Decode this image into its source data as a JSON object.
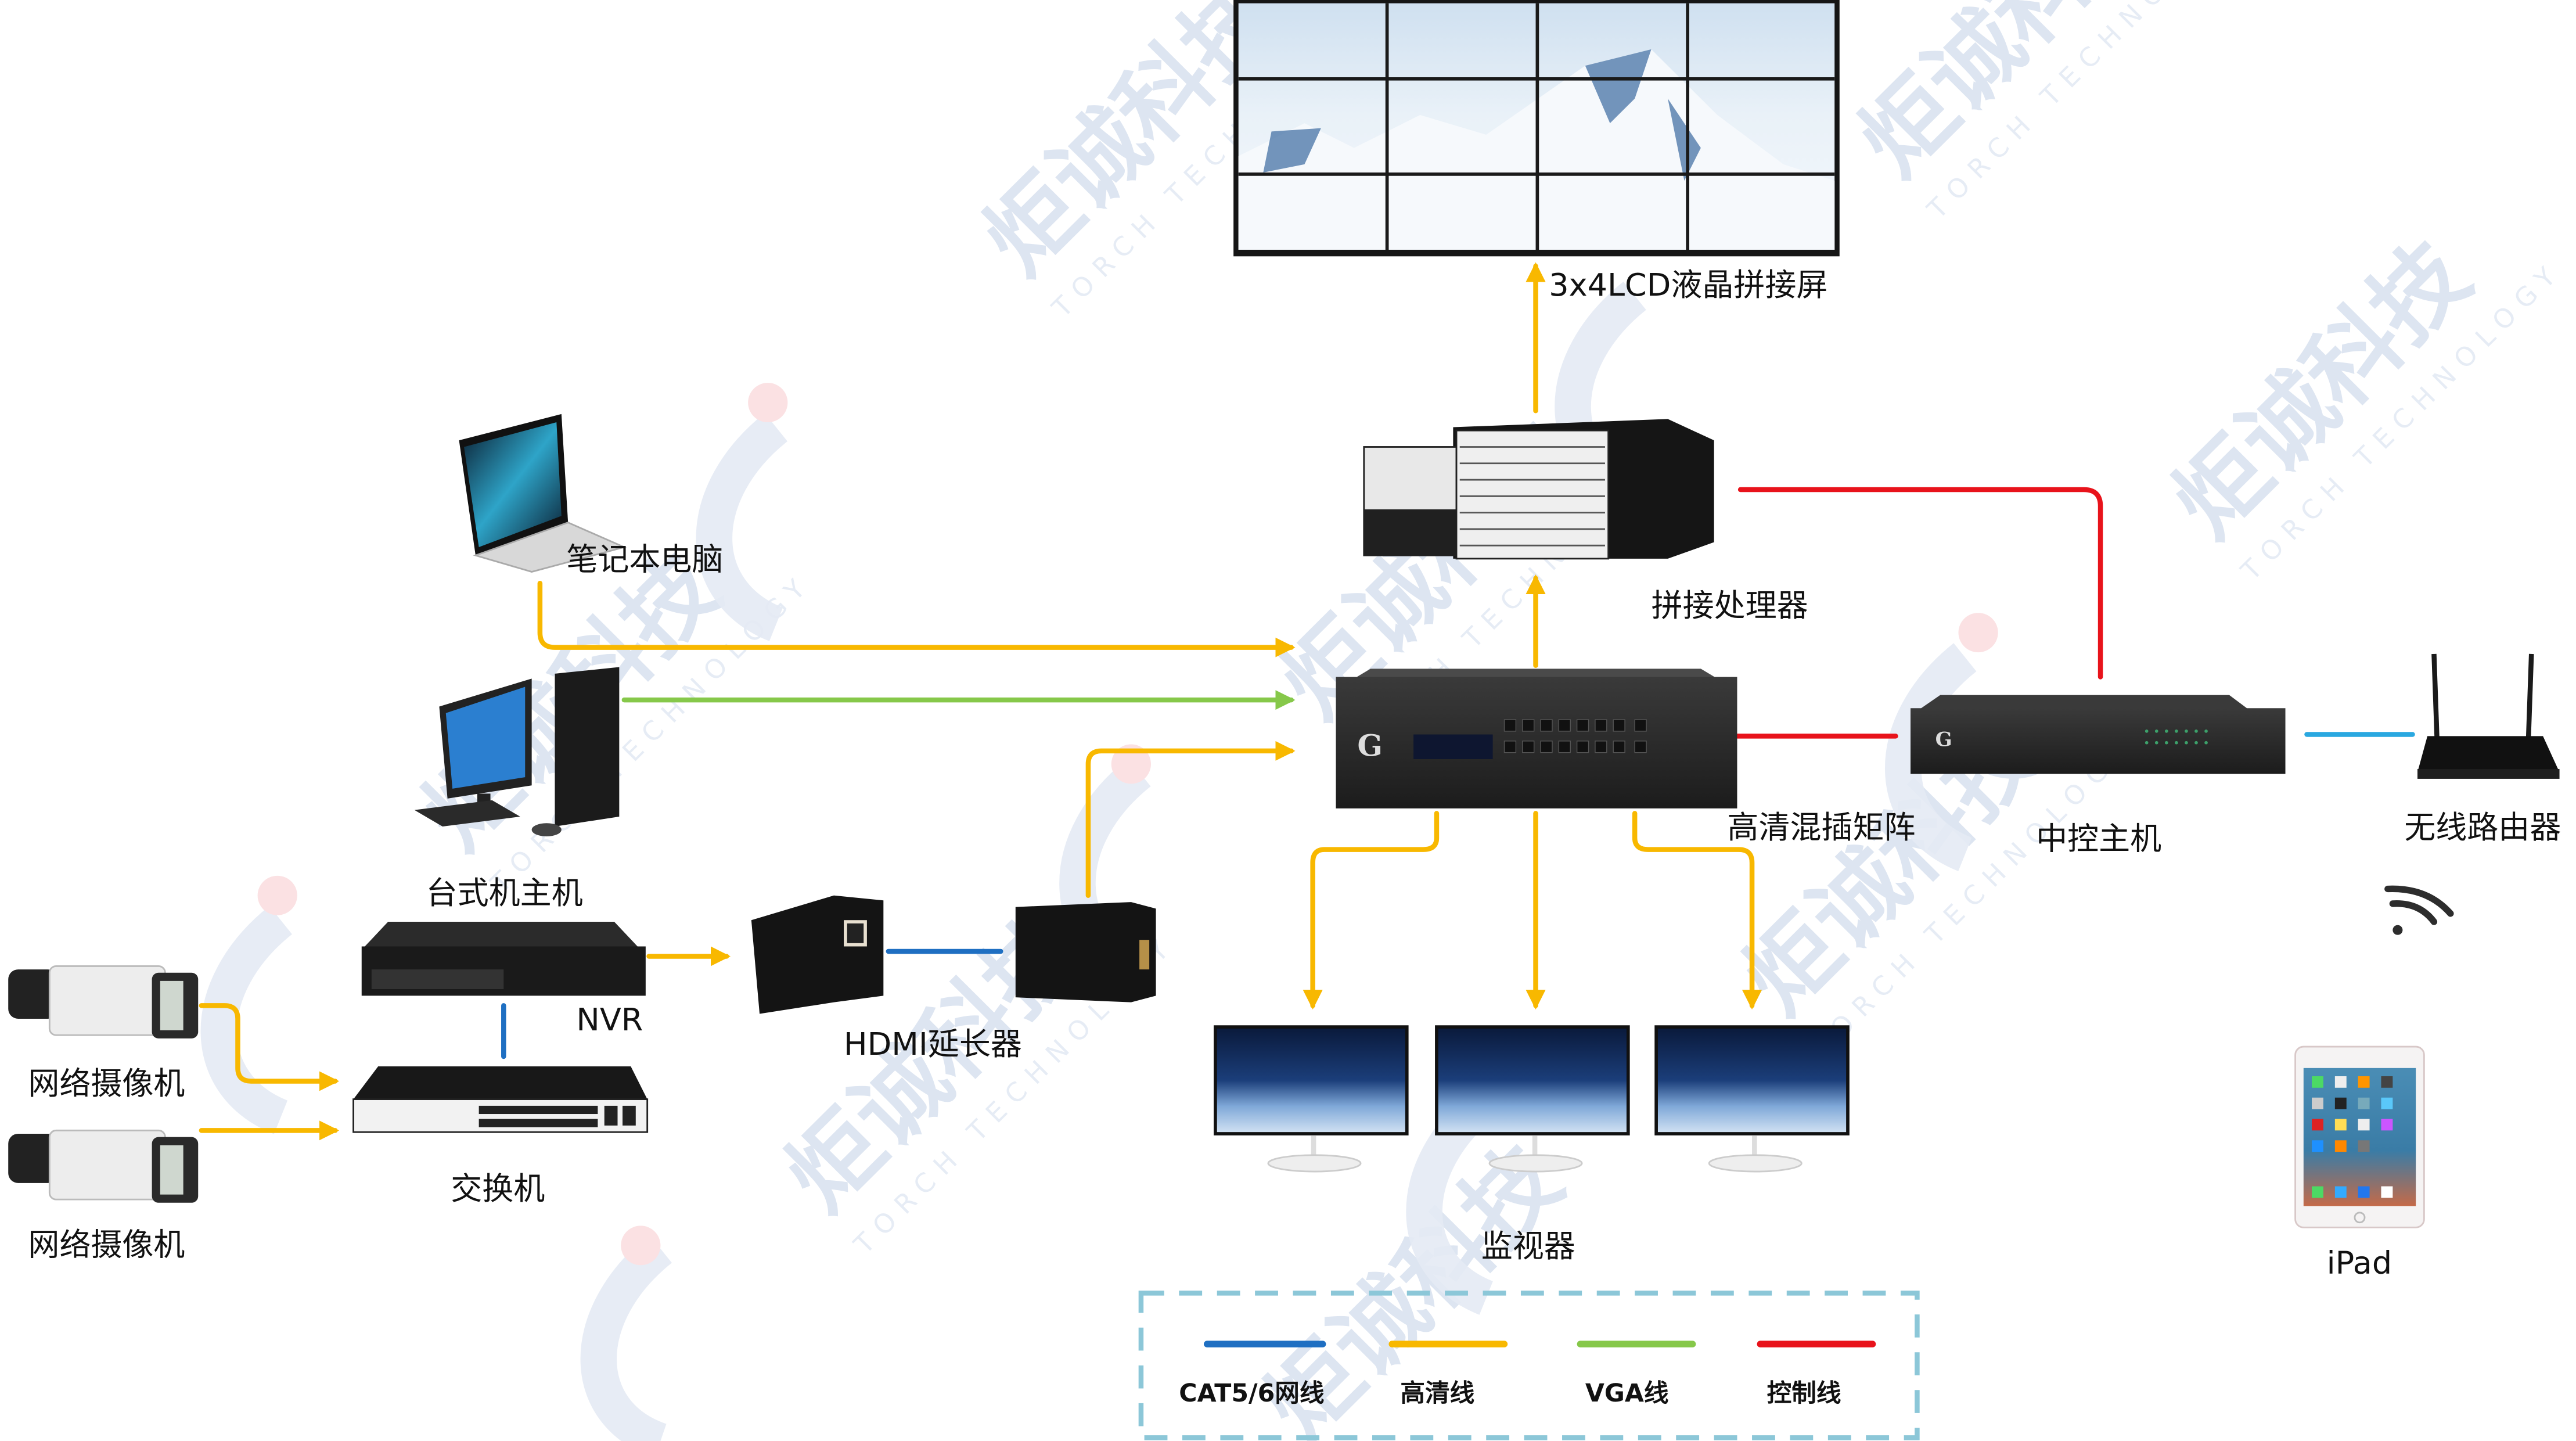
{
  "diagram": {
    "type": "network-topology",
    "watermark": {
      "cn": "炬诚科技",
      "en": "TORCH TECHNOLOGY"
    },
    "colors": {
      "cat5": "#1f6fc2",
      "hd": "#f8b800",
      "vga": "#86c84a",
      "control": "#e8131b",
      "wifi_link": "#2aa8e0",
      "legend_border": "#8cc7d8",
      "watermark": "#dde5f1"
    },
    "devices": {
      "video_wall": {
        "label": "3x4LCD液晶拼接屏",
        "rows": 3,
        "cols": 4
      },
      "splice_processor": {
        "label": "拼接处理器"
      },
      "hd_matrix": {
        "label": "高清混插矩阵"
      },
      "central_control": {
        "label": "中控主机"
      },
      "wireless_router": {
        "label": "无线路由器"
      },
      "ipad": {
        "label": "iPad"
      },
      "laptop": {
        "label": "笔记本电脑"
      },
      "desktop": {
        "label": "台式机主机"
      },
      "nvr": {
        "label": "NVR"
      },
      "switch": {
        "label": "交换机"
      },
      "camera_1": {
        "label": "网络摄像机"
      },
      "camera_2": {
        "label": "网络摄像机"
      },
      "hdmi_extender": {
        "label": "HDMI延长器"
      },
      "monitors": {
        "label": "监视器",
        "count": 3
      }
    },
    "connections": [
      {
        "from": "laptop",
        "to": "hd_matrix",
        "type": "hd"
      },
      {
        "from": "desktop",
        "to": "hd_matrix",
        "type": "vga"
      },
      {
        "from": "hdmi_extender",
        "to": "hd_matrix",
        "type": "hd"
      },
      {
        "from": "nvr",
        "to": "hdmi_extender",
        "type": "hd"
      },
      {
        "from": "hdmi_extender_tx",
        "to": "hdmi_extender_rx",
        "type": "cat5"
      },
      {
        "from": "nvr",
        "to": "switch",
        "type": "cat5"
      },
      {
        "from": "camera_1",
        "to": "switch",
        "type": "hd"
      },
      {
        "from": "camera_2",
        "to": "switch",
        "type": "hd"
      },
      {
        "from": "hd_matrix",
        "to": "splice_processor",
        "type": "hd"
      },
      {
        "from": "splice_processor",
        "to": "video_wall",
        "type": "hd"
      },
      {
        "from": "hd_matrix",
        "to": "monitors",
        "type": "hd"
      },
      {
        "from": "central_control",
        "to": "splice_processor",
        "type": "control"
      },
      {
        "from": "central_control",
        "to": "hd_matrix",
        "type": "control"
      },
      {
        "from": "central_control",
        "to": "wireless_router",
        "type": "wifi_link"
      }
    ],
    "legend": [
      {
        "key": "cat5",
        "label": "CAT5/6网线",
        "color": "#1f6fc2"
      },
      {
        "key": "hd",
        "label": "高清线",
        "color": "#f8b800"
      },
      {
        "key": "vga",
        "label": "VGA线",
        "color": "#86c84a"
      },
      {
        "key": "control",
        "label": "控制线",
        "color": "#e8131b"
      }
    ]
  }
}
